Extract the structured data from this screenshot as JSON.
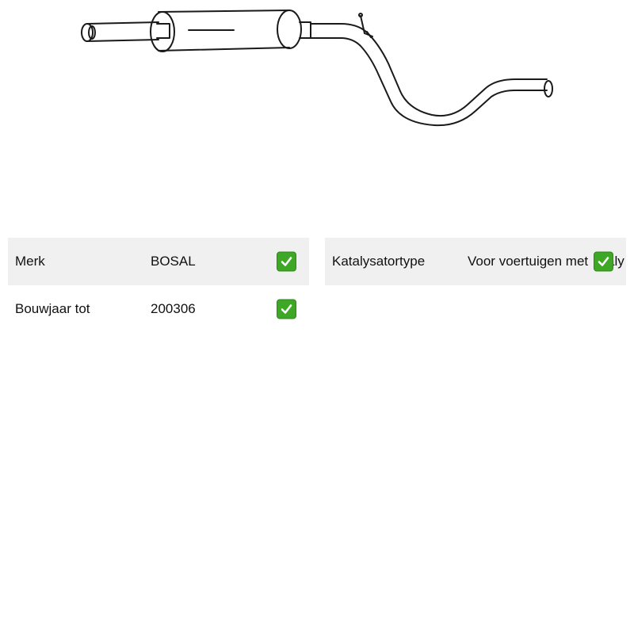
{
  "product": {
    "image_icon": "exhaust-muffler-pipe-icon"
  },
  "specs_left": [
    {
      "label": "Merk",
      "value": "BOSAL",
      "check_icon": "check-icon"
    },
    {
      "label": "Bouwjaar tot",
      "value": "200306",
      "check_icon": "check-icon"
    }
  ],
  "specs_right": [
    {
      "label": "Katalysatortype",
      "value": "Voor voertuigen met",
      "value_tail": "aly",
      "check_icon": "check-icon"
    }
  ],
  "colors": {
    "row_shade": "#f0f0f0",
    "check_green": "#3ea726"
  }
}
